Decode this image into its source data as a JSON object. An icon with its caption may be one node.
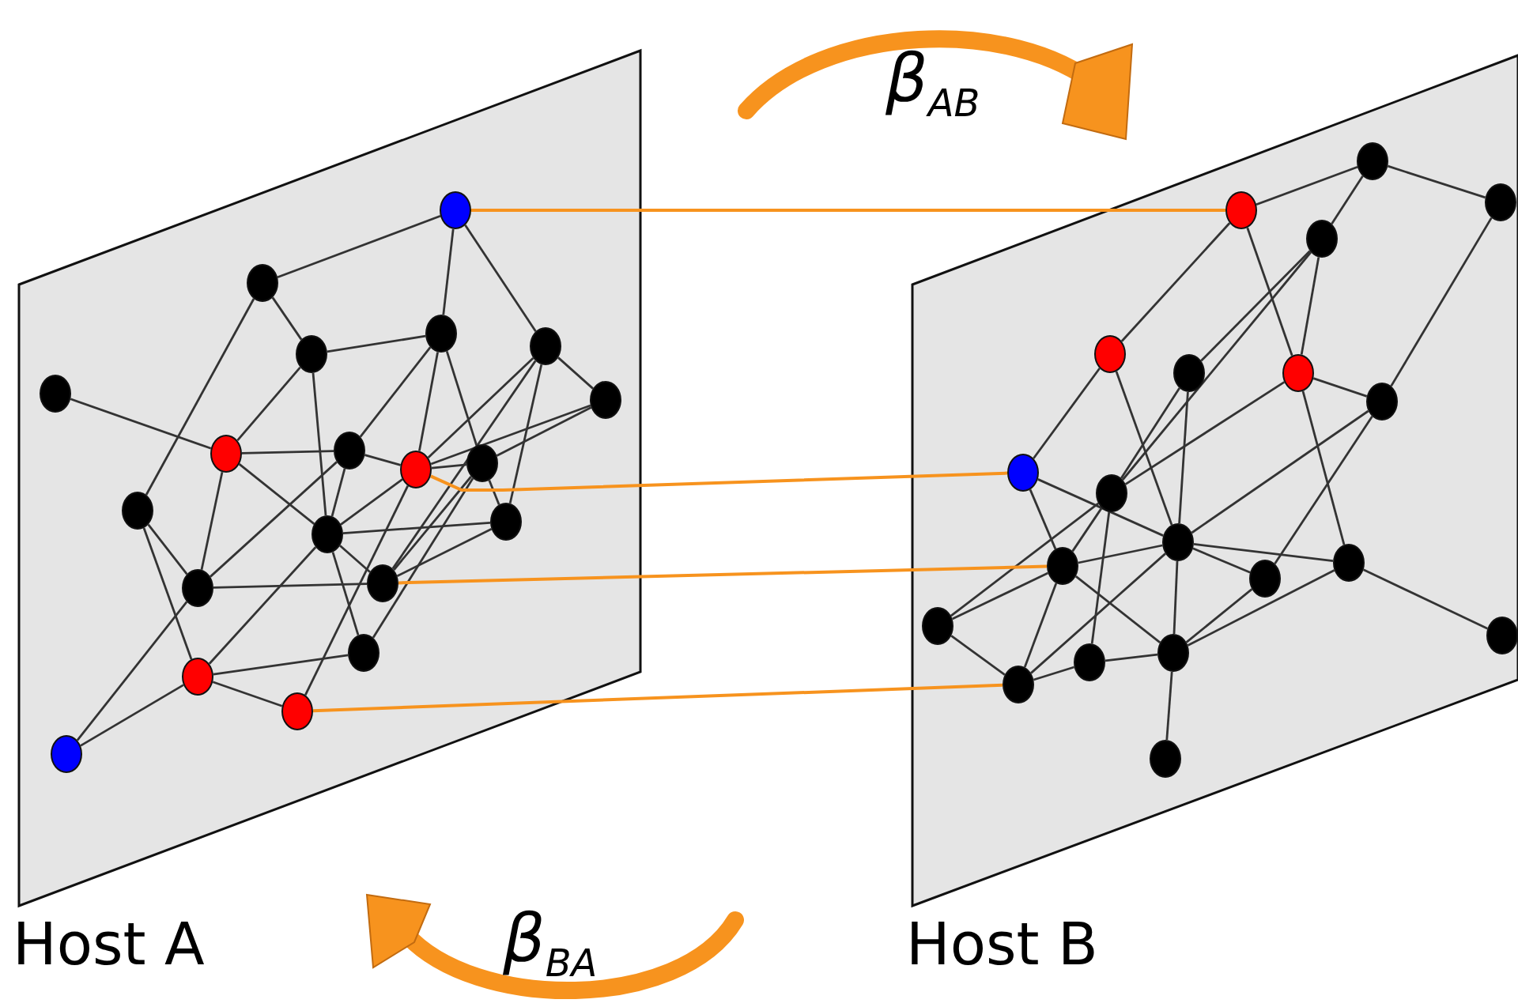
{
  "diagram": {
    "nodes": [
      {
        "text": [
          "Host A"
        ]
      },
      {
        "text": [],
        "shape": "circle",
        "in": 0
      },
      {
        "text": [],
        "shape": "circle",
        "in": 0
      },
      {
        "text": [],
        "shape": "circle",
        "in": 0
      },
      {
        "text": [],
        "shape": "circle",
        "in": 0
      },
      {
        "text": [],
        "shape": "circle",
        "in": 0
      },
      {
        "text": [],
        "shape": "circle",
        "in": 0
      },
      {
        "text": [],
        "shape": "circle",
        "in": 0
      },
      {
        "text": [],
        "shape": "circle",
        "in": 0
      },
      {
        "text": [],
        "shape": "circle",
        "in": 0
      },
      {
        "text": [],
        "shape": "circle",
        "in": 0
      },
      {
        "text": [],
        "shape": "circle",
        "in": 0
      },
      {
        "text": [],
        "shape": "circle",
        "in": 0
      },
      {
        "text": [],
        "shape": "circle",
        "in": 0
      },
      {
        "text": [],
        "shape": "circle",
        "in": 0
      },
      {
        "text": [],
        "shape": "circle",
        "in": 0
      },
      {
        "text": [],
        "shape": "circle",
        "in": 0
      },
      {
        "text": [],
        "shape": "circle",
        "in": 0
      },
      {
        "text": [],
        "shape": "circle",
        "in": 0
      },
      {
        "text": [],
        "shape": "circle",
        "in": 0
      },
      {
        "text": [],
        "shape": "circle",
        "in": 0
      },
      {
        "text": [
          "Host B"
        ]
      },
      {
        "text": [],
        "shape": "circle",
        "in": 21
      },
      {
        "text": [],
        "shape": "circle",
        "in": 21
      },
      {
        "text": [],
        "shape": "circle",
        "in": 21
      },
      {
        "text": [],
        "shape": "circle",
        "in": 21
      },
      {
        "text": [],
        "shape": "circle",
        "in": 21
      },
      {
        "text": [],
        "shape": "circle",
        "in": 21
      },
      {
        "text": [],
        "shape": "circle",
        "in": 21
      },
      {
        "text": [],
        "shape": "circle",
        "in": 21
      },
      {
        "text": [],
        "shape": "circle",
        "in": 21
      },
      {
        "text": [],
        "shape": "circle",
        "in": 21
      },
      {
        "text": [],
        "shape": "circle",
        "in": 21
      },
      {
        "text": [],
        "shape": "circle",
        "in": 21
      },
      {
        "text": [],
        "shape": "circle",
        "in": 21
      },
      {
        "text": [],
        "shape": "circle",
        "in": 21
      },
      {
        "text": [],
        "shape": "circle",
        "in": 21
      },
      {
        "text": [],
        "shape": "circle",
        "in": 21
      },
      {
        "text": [],
        "shape": "circle",
        "in": 21
      },
      {
        "text": [],
        "shape": "circle",
        "in": 21
      },
      {
        "text": [],
        "shape": "circle",
        "in": 21
      },
      {
        "text": [],
        "shape": "circle",
        "in": 21
      }
    ],
    "edges": [
      {
        "from": 1,
        "to": 2,
        "arrow": "none"
      },
      {
        "from": 1,
        "to": 4,
        "arrow": "none"
      },
      {
        "from": 1,
        "to": 5,
        "arrow": "none"
      },
      {
        "from": 2,
        "to": 3,
        "arrow": "none"
      },
      {
        "from": 2,
        "to": 12,
        "arrow": "none"
      },
      {
        "from": 3,
        "to": 4,
        "arrow": "none"
      },
      {
        "from": 3,
        "to": 8,
        "arrow": "none"
      },
      {
        "from": 3,
        "to": 13,
        "arrow": "none"
      },
      {
        "from": 4,
        "to": 9,
        "arrow": "none"
      },
      {
        "from": 4,
        "to": 10,
        "arrow": "none"
      },
      {
        "from": 4,
        "to": 11,
        "arrow": "none"
      },
      {
        "from": 5,
        "to": 7,
        "arrow": "none"
      },
      {
        "from": 5,
        "to": 10,
        "arrow": "none"
      },
      {
        "from": 5,
        "to": 16,
        "arrow": "none"
      },
      {
        "from": 5,
        "to": 14,
        "arrow": "none"
      },
      {
        "from": 6,
        "to": 8,
        "arrow": "none"
      },
      {
        "from": 7,
        "to": 10,
        "arrow": "none"
      },
      {
        "from": 7,
        "to": 11,
        "arrow": "none"
      },
      {
        "from": 8,
        "to": 9,
        "arrow": "none"
      },
      {
        "from": 9,
        "to": 10,
        "arrow": "none"
      },
      {
        "from": 8,
        "to": 13,
        "arrow": "none"
      },
      {
        "from": 8,
        "to": 15,
        "arrow": "none"
      },
      {
        "from": 9,
        "to": 13,
        "arrow": "none"
      },
      {
        "from": 9,
        "to": 15,
        "arrow": "none"
      },
      {
        "from": 10,
        "to": 11,
        "arrow": "none"
      },
      {
        "from": 10,
        "to": 13,
        "arrow": "none"
      },
      {
        "from": 10,
        "to": 19,
        "arrow": "none"
      },
      {
        "from": 11,
        "to": 14,
        "arrow": "none"
      },
      {
        "from": 11,
        "to": 16,
        "arrow": "none"
      },
      {
        "from": 11,
        "to": 17,
        "arrow": "none"
      },
      {
        "from": 13,
        "to": 14,
        "arrow": "none"
      },
      {
        "from": 13,
        "to": 16,
        "arrow": "none"
      },
      {
        "from": 13,
        "to": 17,
        "arrow": "none"
      },
      {
        "from": 13,
        "to": 18,
        "arrow": "none"
      },
      {
        "from": 14,
        "to": 16,
        "arrow": "none"
      },
      {
        "from": 12,
        "to": 15,
        "arrow": "none"
      },
      {
        "from": 12,
        "to": 18,
        "arrow": "none"
      },
      {
        "from": 15,
        "to": 16,
        "arrow": "none"
      },
      {
        "from": 15,
        "to": 20,
        "arrow": "none"
      },
      {
        "from": 17,
        "to": 18,
        "arrow": "none"
      },
      {
        "from": 18,
        "to": 19,
        "arrow": "none"
      },
      {
        "from": 18,
        "to": 20,
        "arrow": "none"
      },
      {
        "from": 22,
        "to": 23,
        "arrow": "none"
      },
      {
        "from": 22,
        "to": 24,
        "arrow": "none"
      },
      {
        "from": 22,
        "to": 25,
        "arrow": "none"
      },
      {
        "from": 25,
        "to": 31,
        "arrow": "none"
      },
      {
        "from": 25,
        "to": 28,
        "arrow": "none"
      },
      {
        "from": 25,
        "to": 27,
        "arrow": "none"
      },
      {
        "from": 23,
        "to": 26,
        "arrow": "none"
      },
      {
        "from": 23,
        "to": 28,
        "arrow": "none"
      },
      {
        "from": 24,
        "to": 29,
        "arrow": "none"
      },
      {
        "from": 26,
        "to": 30,
        "arrow": "none"
      },
      {
        "from": 26,
        "to": 32,
        "arrow": "none"
      },
      {
        "from": 27,
        "to": 32,
        "arrow": "none"
      },
      {
        "from": 27,
        "to": 31,
        "arrow": "none"
      },
      {
        "from": 28,
        "to": 29,
        "arrow": "none"
      },
      {
        "from": 28,
        "to": 31,
        "arrow": "none"
      },
      {
        "from": 28,
        "to": 35,
        "arrow": "none"
      },
      {
        "from": 29,
        "to": 32,
        "arrow": "none"
      },
      {
        "from": 29,
        "to": 34,
        "arrow": "none"
      },
      {
        "from": 30,
        "to": 32,
        "arrow": "none"
      },
      {
        "from": 30,
        "to": 33,
        "arrow": "none"
      },
      {
        "from": 31,
        "to": 36,
        "arrow": "none"
      },
      {
        "from": 31,
        "to": 38,
        "arrow": "none"
      },
      {
        "from": 31,
        "to": 33,
        "arrow": "none"
      },
      {
        "from": 32,
        "to": 33,
        "arrow": "none"
      },
      {
        "from": 32,
        "to": 34,
        "arrow": "none"
      },
      {
        "from": 32,
        "to": 35,
        "arrow": "none"
      },
      {
        "from": 32,
        "to": 39,
        "arrow": "none"
      },
      {
        "from": 32,
        "to": 40,
        "arrow": "none"
      },
      {
        "from": 33,
        "to": 36,
        "arrow": "none"
      },
      {
        "from": 33,
        "to": 40,
        "arrow": "none"
      },
      {
        "from": 33,
        "to": 39,
        "arrow": "none"
      },
      {
        "from": 34,
        "to": 39,
        "arrow": "none"
      },
      {
        "from": 35,
        "to": 39,
        "arrow": "none"
      },
      {
        "from": 35,
        "to": 37,
        "arrow": "none"
      },
      {
        "from": 36,
        "to": 40,
        "arrow": "none"
      },
      {
        "from": 38,
        "to": 40,
        "arrow": "none"
      },
      {
        "from": 38,
        "to": 39,
        "arrow": "none"
      },
      {
        "from": 39,
        "to": 41,
        "arrow": "none"
      },
      {
        "from": 1,
        "to": 23,
        "arrow": "none",
        "color": "#f7931e"
      },
      {
        "from": 10,
        "to": 30,
        "arrow": "none",
        "color": "#f7931e"
      },
      {
        "from": 16,
        "to": 33,
        "arrow": "none",
        "color": "#f7931e"
      },
      {
        "from": 19,
        "to": 40,
        "arrow": "none",
        "color": "#f7931e"
      }
    ],
    "labels": [
      "β$_{AB}$",
      "β$_{BA}$"
    ]
  }
}
